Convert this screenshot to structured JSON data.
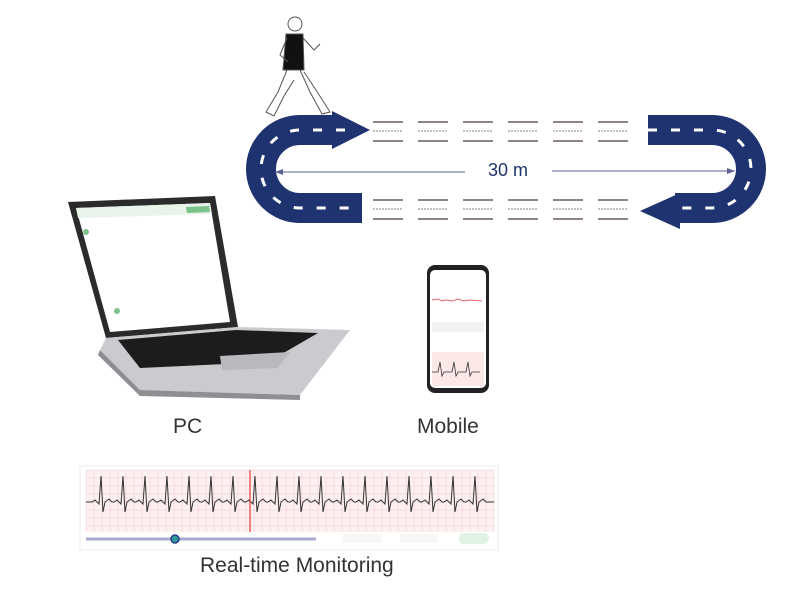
{
  "track": {
    "distance": "30 m",
    "color": "#1f3370"
  },
  "labels": {
    "pc": "PC",
    "mobile": "Mobile",
    "monitoring": "Real-time Monitoring"
  },
  "ecg": {
    "grid_color": "#f4c9c9",
    "trace_color": "#333333",
    "cursor_color": "#e53935",
    "progress": 0.3
  }
}
